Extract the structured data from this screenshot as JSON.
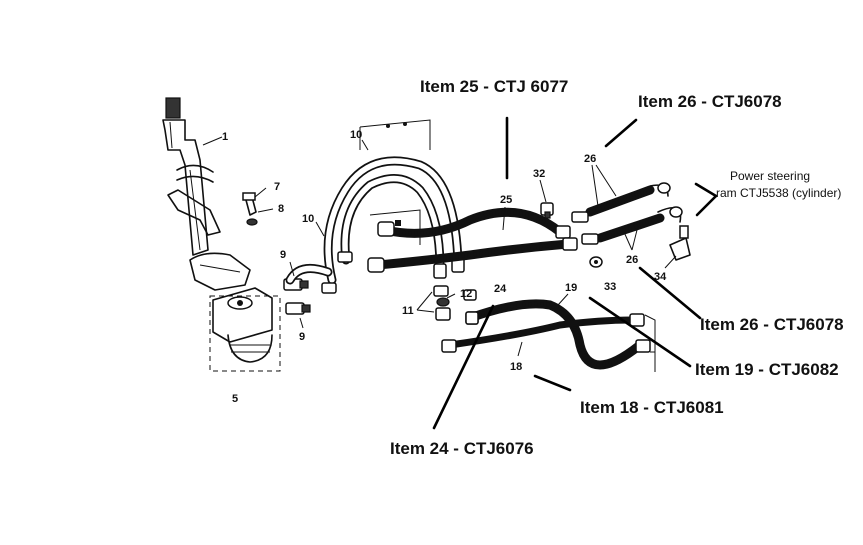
{
  "callouts": {
    "item25": "Item 25 - CTJ 6077",
    "item26_top": "Item 26 - CTJ6078",
    "item26_mid": "Item 26 - CTJ6078",
    "item19": "Item 19 - CTJ6082",
    "item18": "Item 18 - CTJ6081",
    "item24": "Item 24 - CTJ6076"
  },
  "note": {
    "line1": "Power steering",
    "line2": "ram CTJ5538 (cylinder)"
  },
  "part_numbers": {
    "p1": "1",
    "p5": "5",
    "p7": "7",
    "p8": "8",
    "p9a": "9",
    "p9b": "9",
    "p10a": "10",
    "p10b": "10",
    "p11": "11",
    "p12": "12",
    "p18": "18",
    "p19": "19",
    "p24": "24",
    "p25": "25",
    "p26a": "26",
    "p26b": "26",
    "p32": "32",
    "p33": "33",
    "p34": "34"
  }
}
